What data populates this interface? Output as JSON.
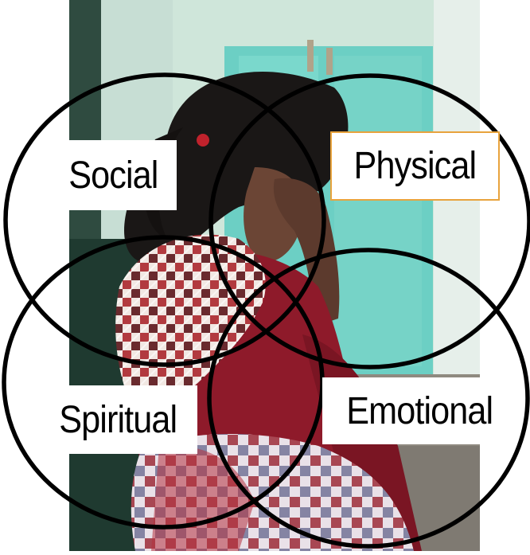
{
  "diagram": {
    "background_description_colors": {
      "wall": "#cfe6da",
      "door": "#6ccfc4",
      "dress": "#8e1a2a",
      "hair": "#1a1716",
      "floor": "#8f8a80"
    },
    "circle_color": "#000000",
    "highlight_border": "#e8a33d",
    "labels": {
      "social": "Social",
      "physical": "Physical",
      "spiritual": "Spiritual",
      "emotional": "Emotional"
    }
  }
}
